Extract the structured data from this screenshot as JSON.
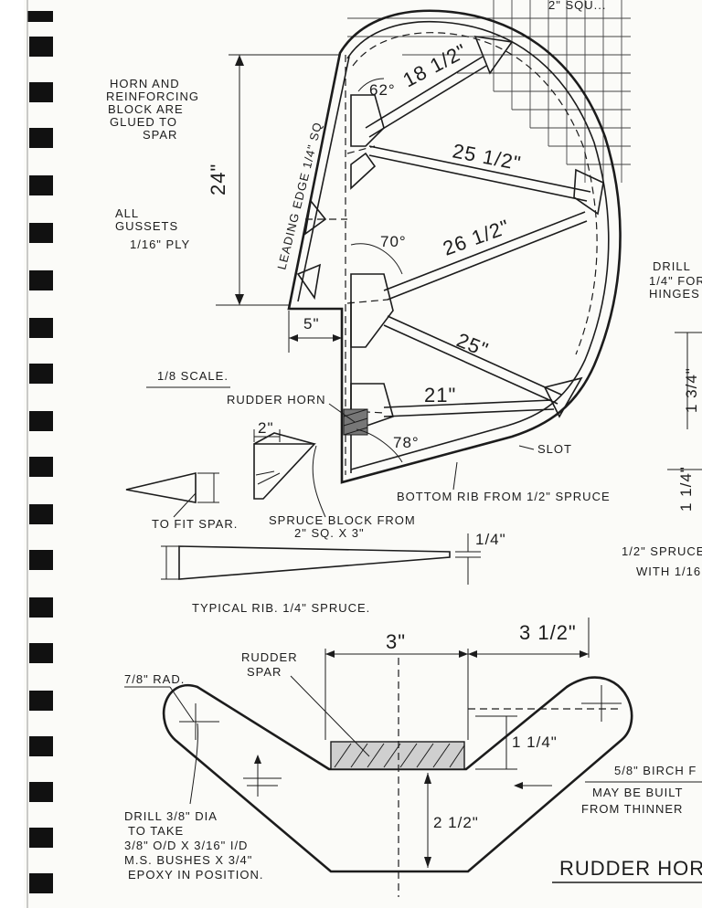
{
  "header_clip": "2\" SQU...",
  "rudder": {
    "notes": {
      "horn_block": [
        "HORN AND",
        "REINFORCING",
        "BLOCK ARE",
        "GLUED TO",
        "SPAR"
      ],
      "gussets": [
        "ALL",
        "GUSSETS",
        "1/16\" PLY"
      ],
      "leading_edge": "LEADING EDGE 1/4\" SQ",
      "scale": "1/8 SCALE.",
      "rudder_horn": "RUDDER HORN",
      "slot": "SLOT",
      "bottom_rib": "BOTTOM RIB FROM 1/2\" SPRUCE",
      "to_fit_spar": "TO FIT SPAR.",
      "spruce_block": [
        "SPRUCE BLOCK FROM",
        "2\" SQ. X 3\""
      ],
      "typical_rib": "TYPICAL RIB. 1/4\" SPRUCE."
    },
    "dimensions": {
      "height": "24\"",
      "rib_top": "18 1/2\"",
      "rib_2": "25 1/2\"",
      "rib_3": "26 1/2\"",
      "rib_4": "25\"",
      "rib_5": "21\"",
      "angle_top": "62°",
      "angle_mid": "70°",
      "angle_bottom": "78°",
      "offset": "5\"",
      "block_width": "2\"",
      "rib_end": "1/4\""
    }
  },
  "right_clip": {
    "drill": [
      "DRILL",
      "1/4\" FOR",
      "HINGES"
    ],
    "dim_a": "1 3/4\"",
    "dim_b": "1 1/4\"",
    "spruce": [
      "1/2\" SPRUCE",
      "WITH 1/16"
    ]
  },
  "horn": {
    "title": "RUDDER HOR",
    "labels": {
      "rad": "7/8\" RAD.",
      "spar": [
        "RUDDER",
        "SPAR"
      ],
      "drill": [
        "DRILL 3/8\" DIA",
        "TO TAKE",
        "3/8\" O/D X 3/16\" I/D",
        "M.S. BUSHES X 3/4\"",
        "EPOXY IN POSITION."
      ],
      "birch": [
        "5/8\" BIRCH F",
        "MAY BE BUILT",
        "FROM THINNER"
      ]
    },
    "dimensions": {
      "width": "3\"",
      "offset": "3 1/2\"",
      "spar_depth": "1 1/4\"",
      "depth": "2 1/2\""
    }
  }
}
